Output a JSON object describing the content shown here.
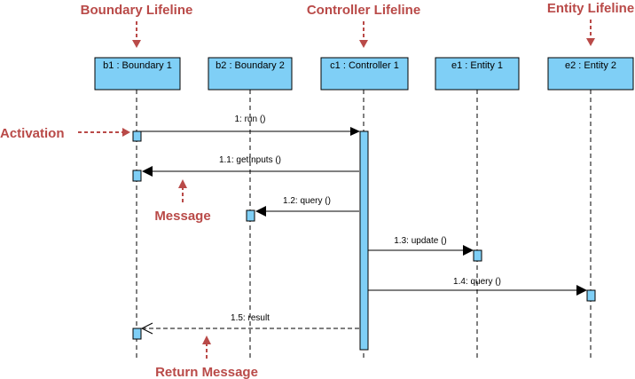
{
  "colors": {
    "annotation": "#b94a48",
    "head_fill": "#7fcff6",
    "activation_fill": "#7fcff6",
    "line": "#000000"
  },
  "annotations": {
    "boundary_lifeline": "Boundary Lifeline",
    "controller_lifeline": "Controller Lifeline",
    "entity_lifeline": "Entity Lifeline",
    "activation": "Activation",
    "message": "Message",
    "return_message": "Return Message"
  },
  "lifelines": [
    {
      "id": "b1",
      "label": "b1 : Boundary 1"
    },
    {
      "id": "b2",
      "label": "b2 : Boundary 2"
    },
    {
      "id": "c1",
      "label": "c1 : Controller 1"
    },
    {
      "id": "e1",
      "label": "e1 : Entity 1"
    },
    {
      "id": "e2",
      "label": "e2 : Entity 2"
    }
  ],
  "messages": [
    {
      "label": "1: run ()",
      "from": "b1",
      "to": "c1",
      "kind": "sync"
    },
    {
      "label": "1.1: getInputs ()",
      "from": "c1",
      "to": "b1",
      "kind": "sync"
    },
    {
      "label": "1.2: query ()",
      "from": "c1",
      "to": "b2",
      "kind": "sync"
    },
    {
      "label": "1.3: update ()",
      "from": "c1",
      "to": "e1",
      "kind": "sync"
    },
    {
      "label": "1.4: query ()",
      "from": "c1",
      "to": "e2",
      "kind": "sync"
    },
    {
      "label": "1.5: result",
      "from": "c1",
      "to": "b1",
      "kind": "return"
    }
  ]
}
